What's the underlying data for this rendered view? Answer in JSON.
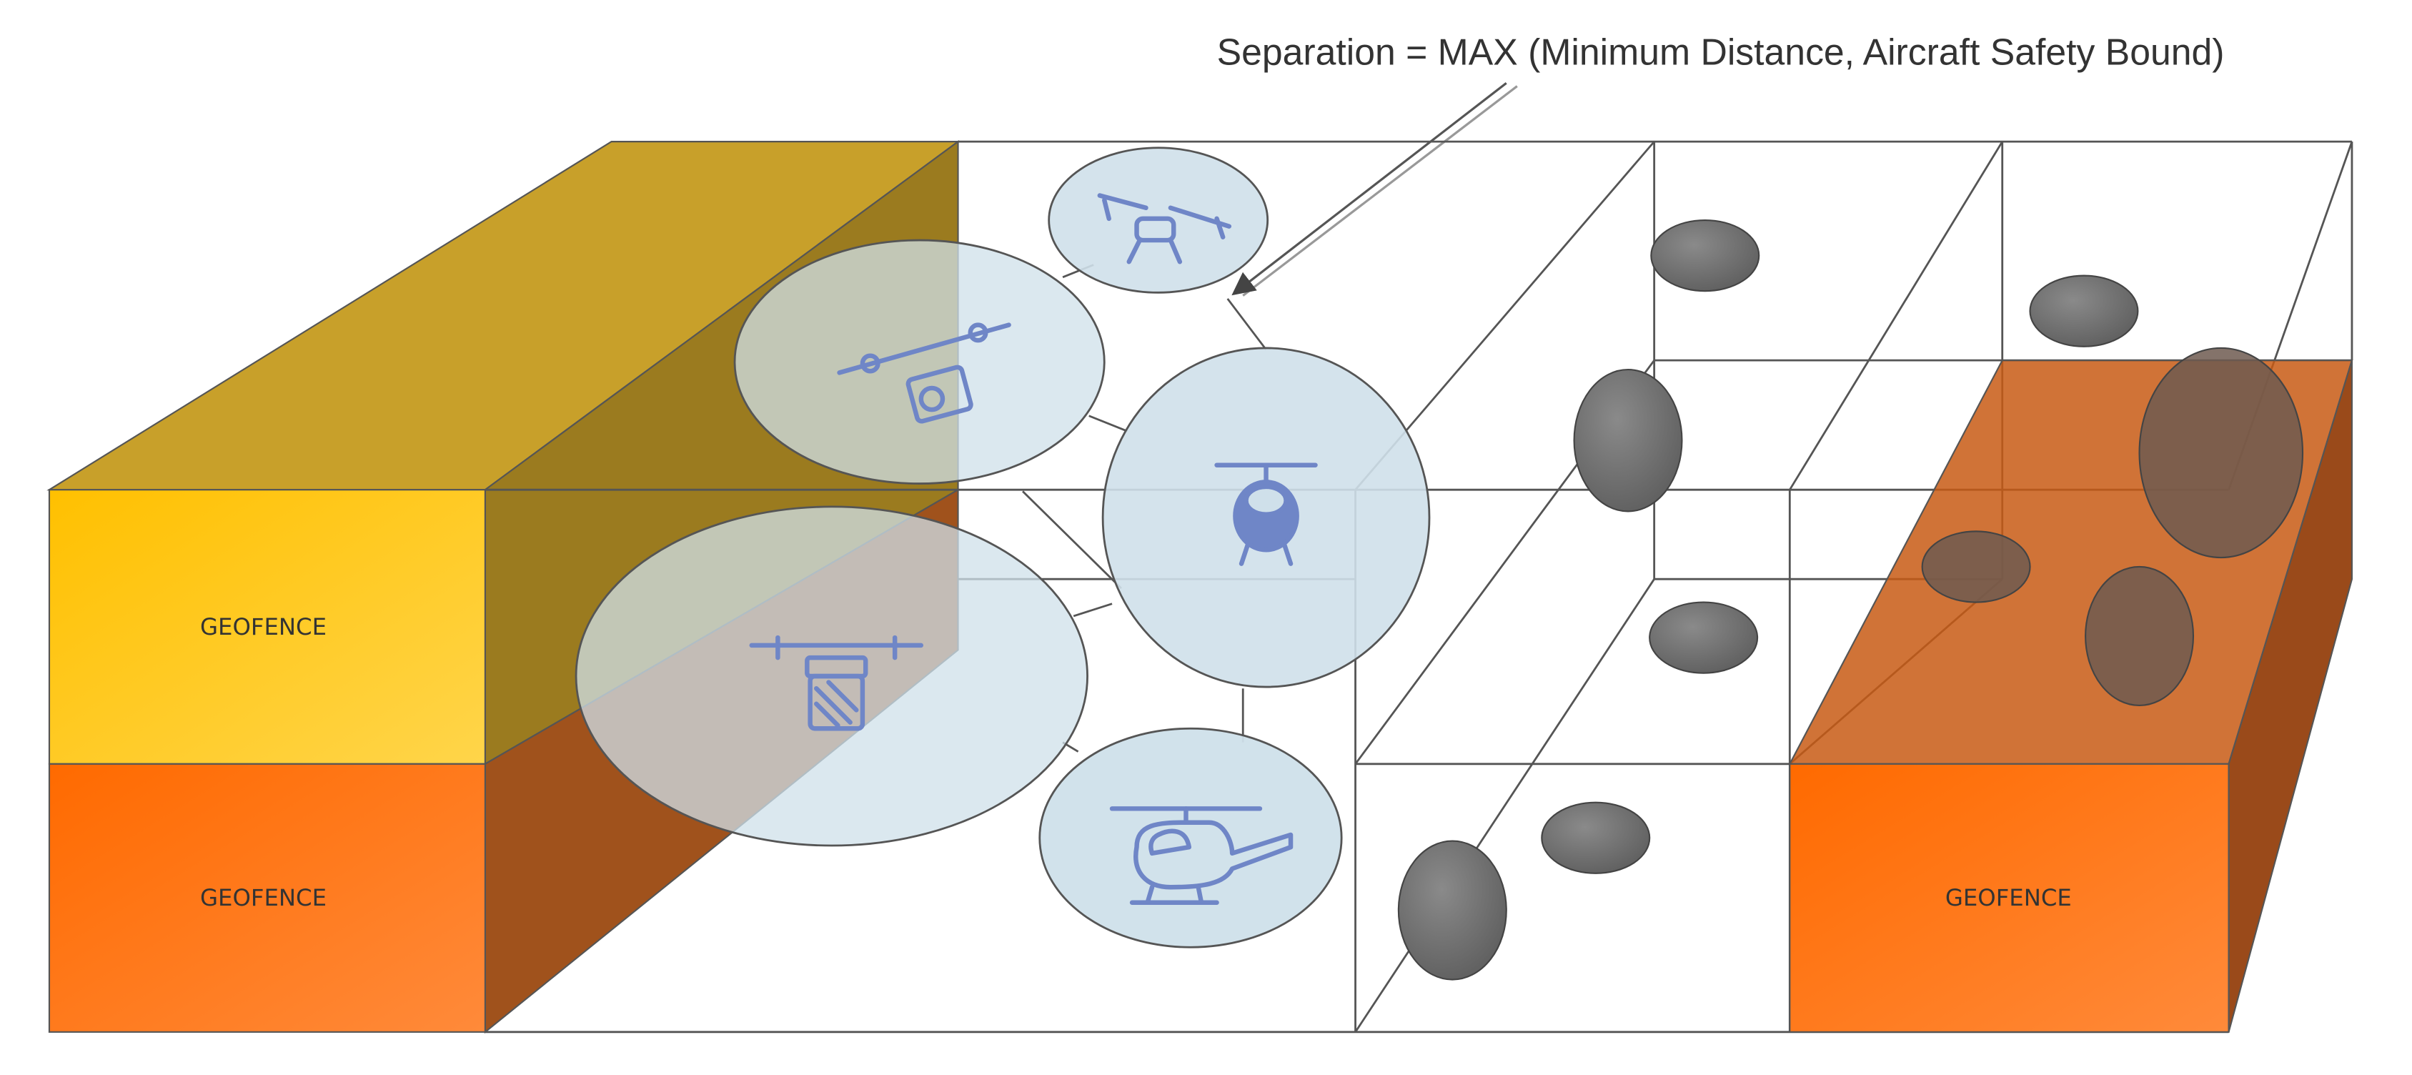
{
  "annotation": {
    "text": "Separation = MAX (Minimum Distance, Aircraft Safety Bound)"
  },
  "geofences": [
    {
      "label": "GEOFENCE",
      "color": "#ffbe00"
    },
    {
      "label": "GEOFENCE",
      "color": "#ff6a00"
    },
    {
      "label": "GEOFENCE",
      "color": "#ff6a00"
    }
  ],
  "aircraft": [
    {
      "name": "quadcopter-icon"
    },
    {
      "name": "camera-drone-icon"
    },
    {
      "name": "air-taxi-icon"
    },
    {
      "name": "delivery-drone-icon"
    },
    {
      "name": "helicopter-icon"
    }
  ],
  "colors": {
    "safety_bubble": "#cfe0ea",
    "obstacle": "#707070",
    "icon": "#6f86c7",
    "edge": "#555555"
  }
}
